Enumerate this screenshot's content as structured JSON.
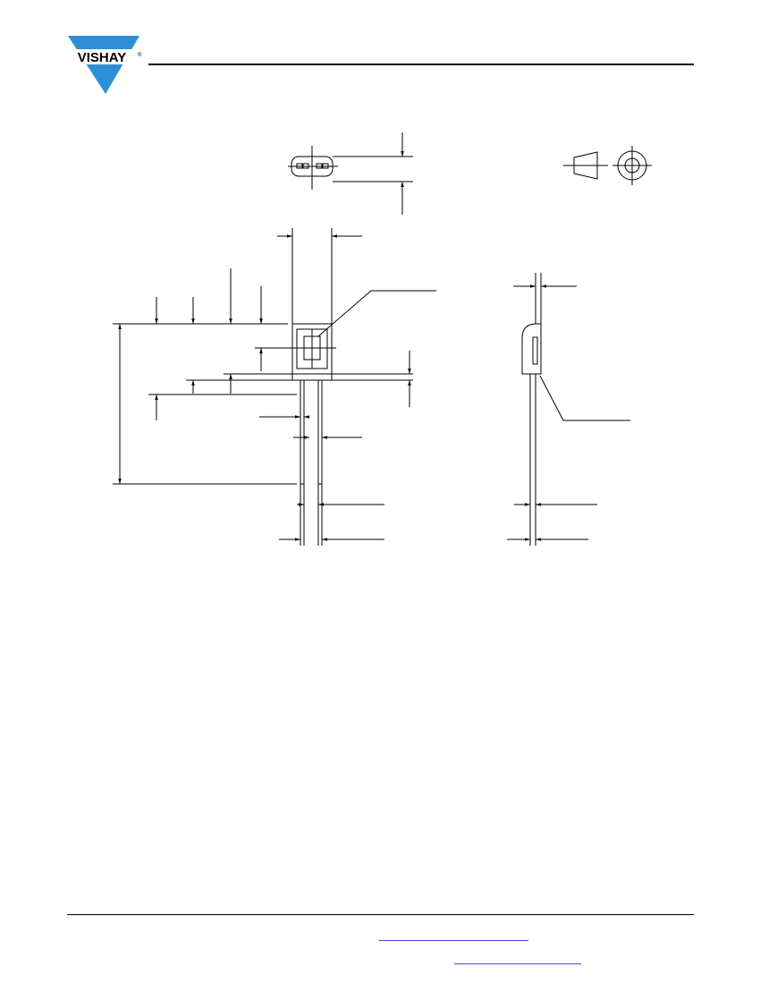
{
  "header": {
    "logo_text": "VISHAY",
    "logo_mark": "®",
    "brand_color": "#2f8fd6"
  },
  "drawing": {
    "type": "package-dimension-drawing",
    "views": [
      "bottom-view",
      "tolerance-symbols",
      "front-view",
      "side-view"
    ]
  },
  "footer": {
    "link_color": "#3a55d6"
  }
}
